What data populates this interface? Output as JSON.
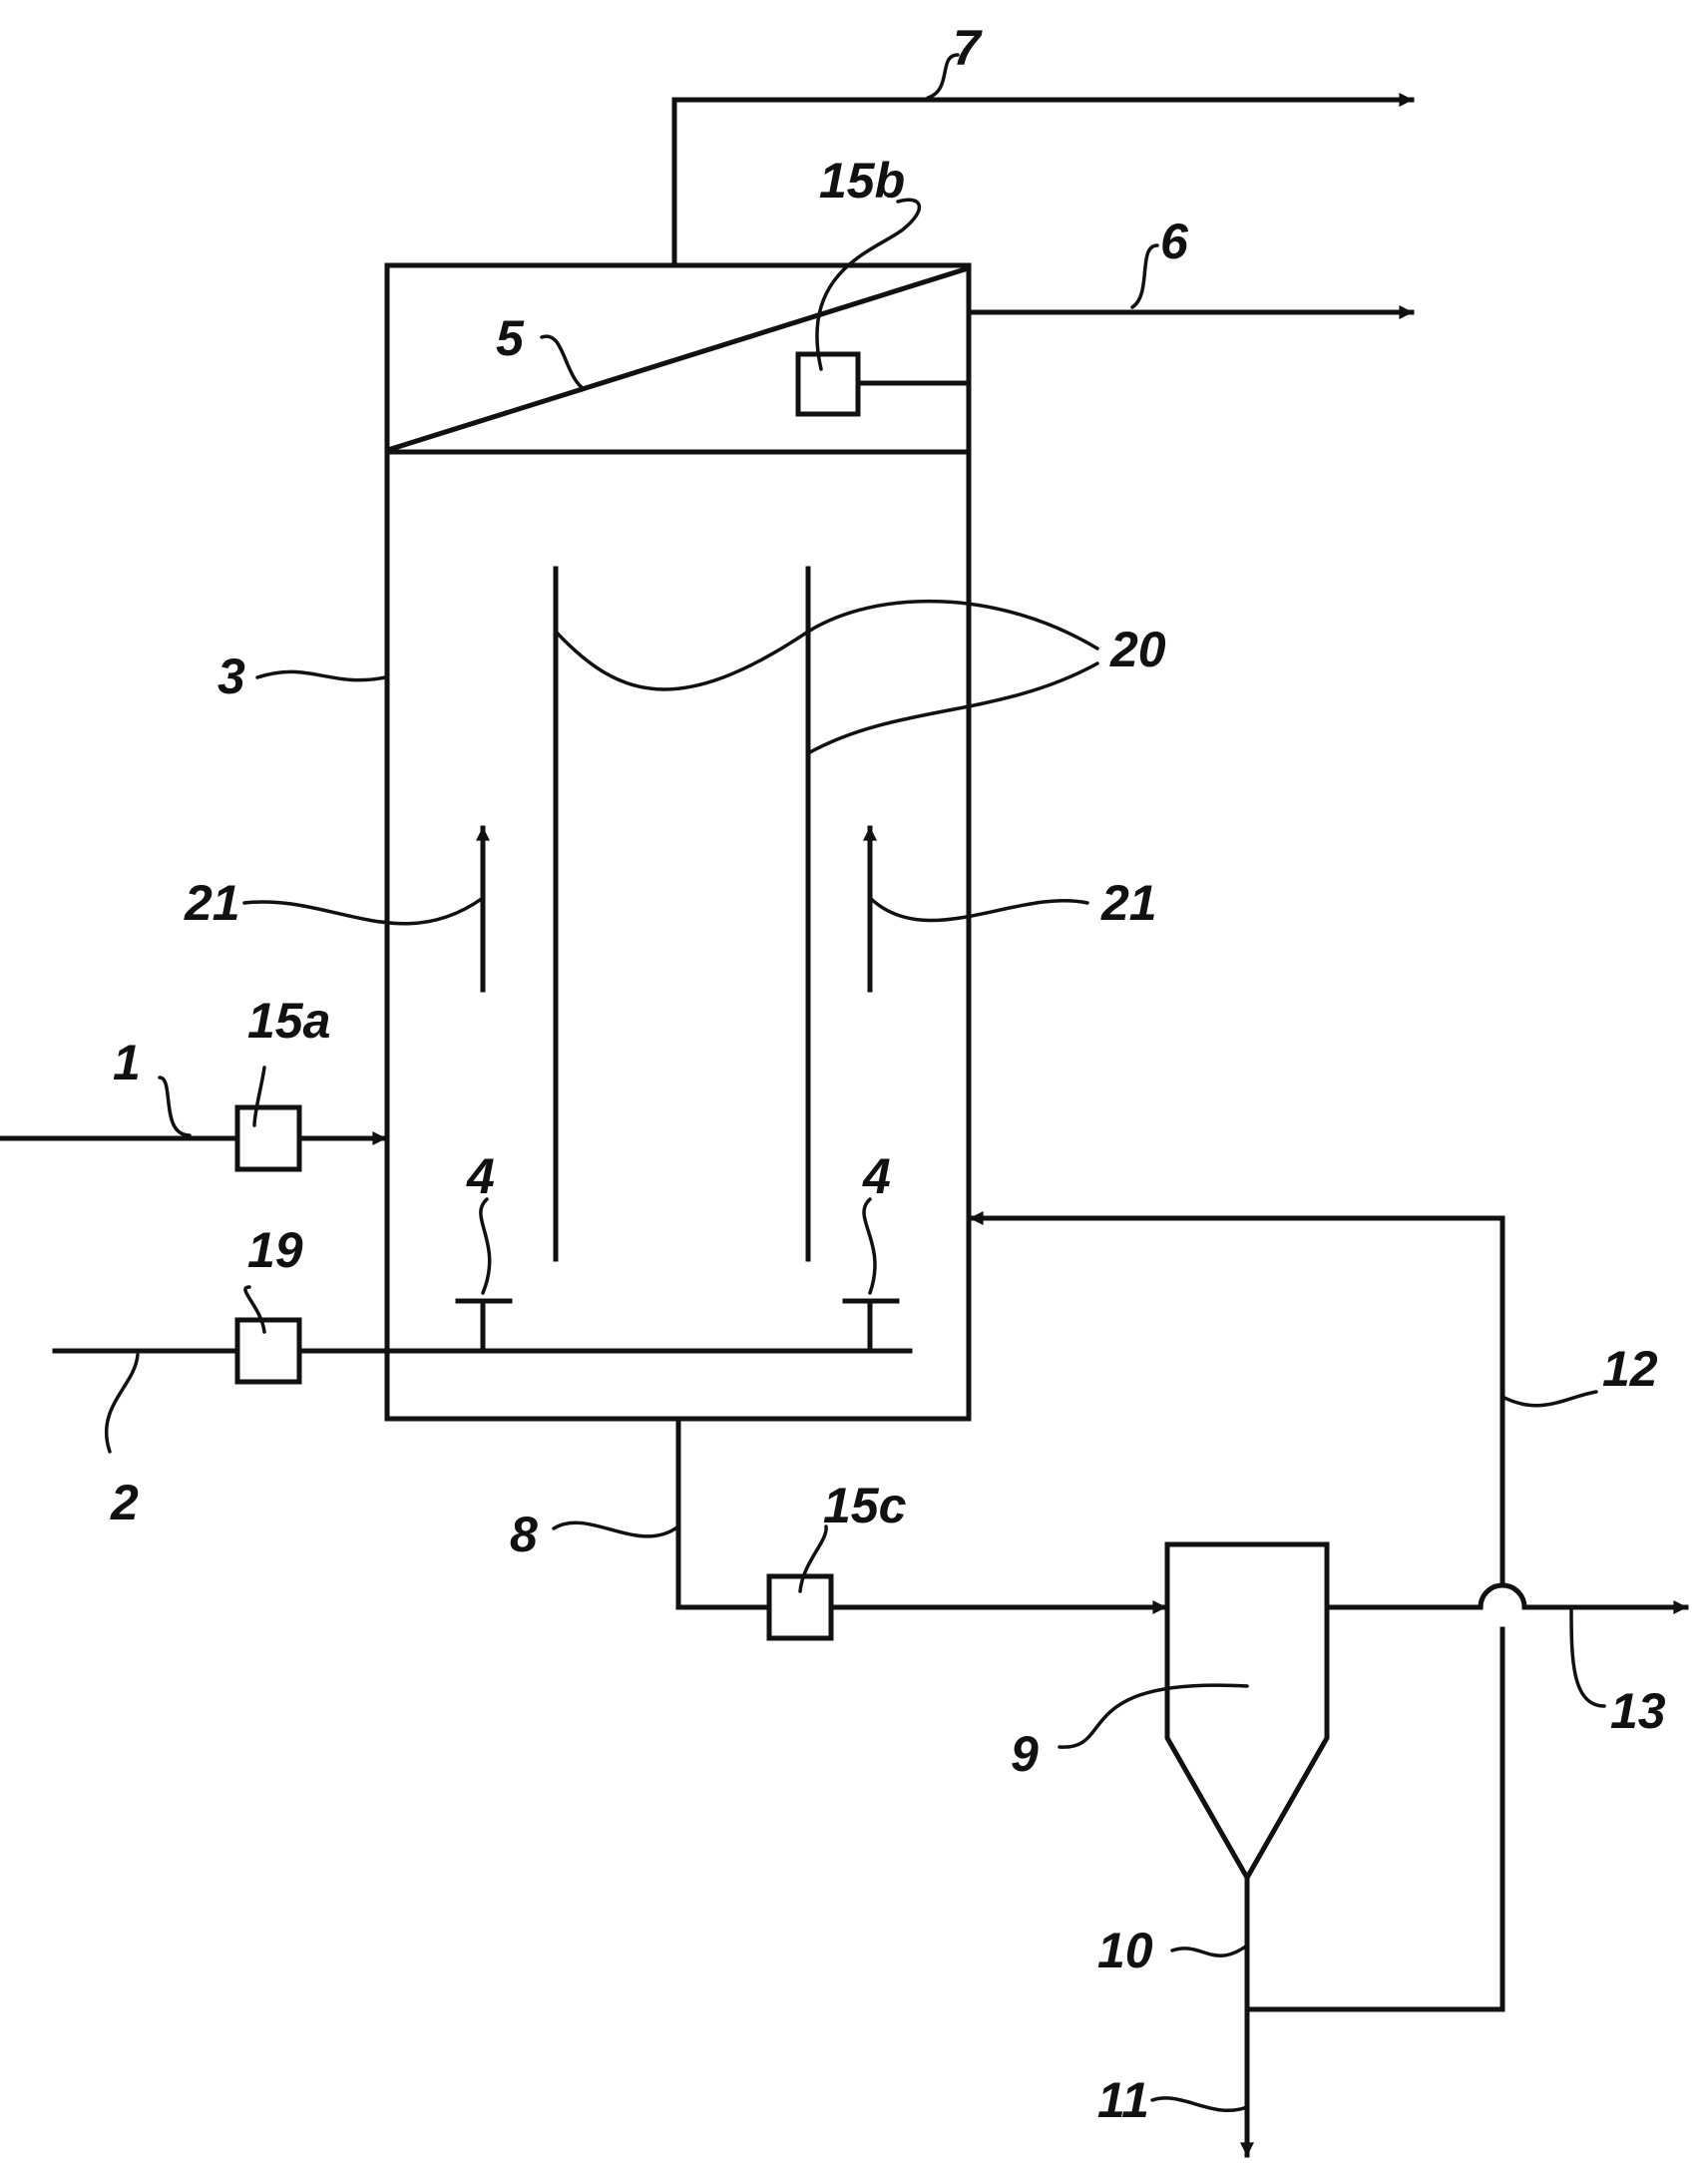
{
  "colors": {
    "line": "#111111",
    "background": "#ffffff"
  },
  "labels": {
    "l1": "1",
    "l2": "2",
    "l3": "3",
    "l4a": "4",
    "l4b": "4",
    "l5": "5",
    "l6": "6",
    "l7": "7",
    "l8": "8",
    "l9": "9",
    "l10": "10",
    "l11": "11",
    "l12": "12",
    "l13": "13",
    "l15a": "15a",
    "l15b": "15b",
    "l15c": "15c",
    "l19": "19",
    "l20": "20",
    "l21a": "21",
    "l21b": "21"
  }
}
